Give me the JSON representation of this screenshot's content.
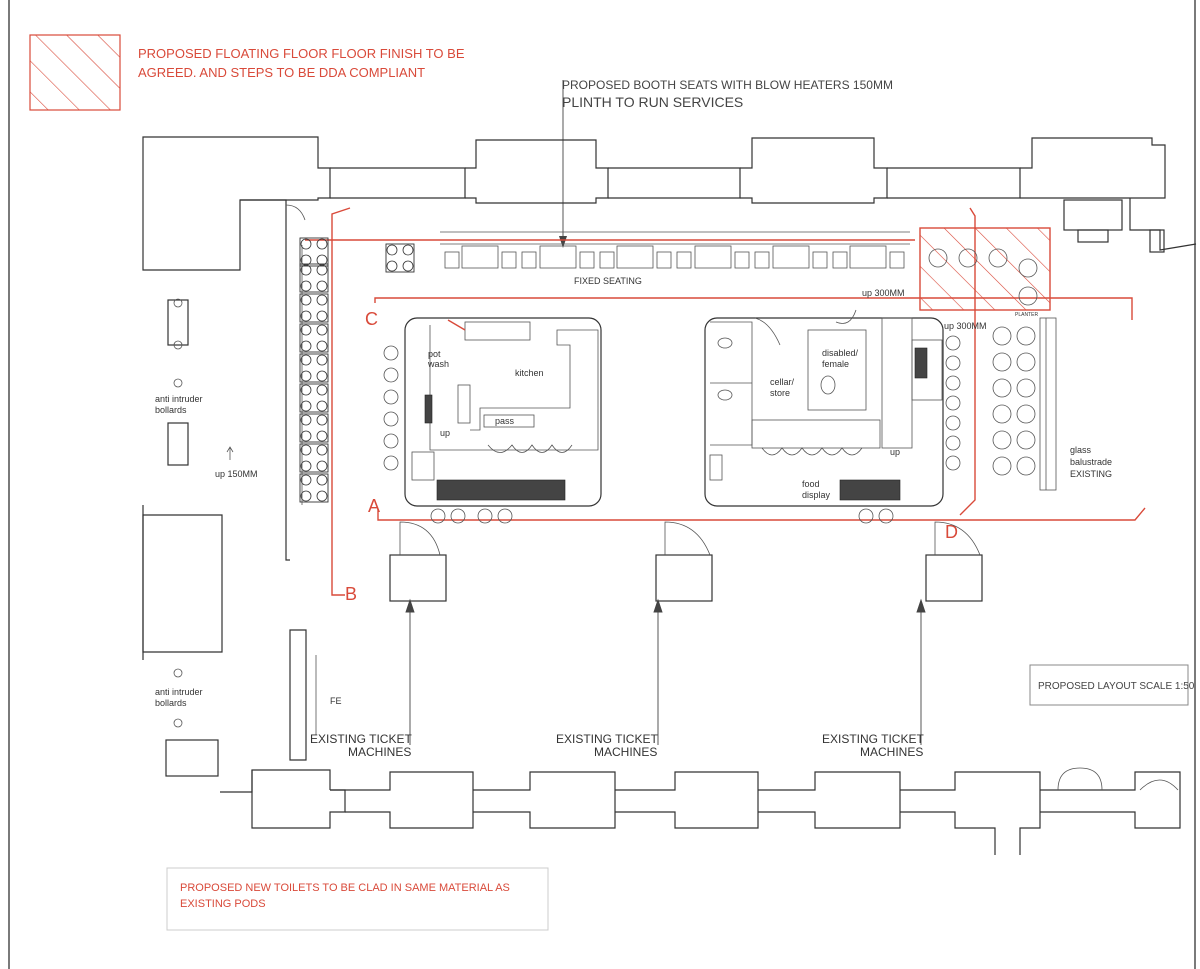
{
  "notes": {
    "floating_floor_line1": "PROPOSED FLOATING FLOOR FLOOR FINISH TO BE",
    "floating_floor_line2": "AGREED. AND STEPS TO BE DDA COMPLIANT",
    "booth_line1": "PROPOSED BOOTH SEATS WITH BLOW HEATERS 150MM",
    "booth_line2": "PLINTH TO RUN SERVICES",
    "toilets_line1": "PROPOSED NEW TOILETS TO BE CLAD IN SAME MATERIAL AS",
    "toilets_line2": "EXISTING PODS",
    "scale": "PROPOSED LAYOUT SCALE 1:50"
  },
  "labels": {
    "fixed_seating": "FIXED SEATING",
    "pot_wash_1": "pot",
    "pot_wash_2": "wash",
    "kitchen": "kitchen",
    "pass": "pass",
    "up": "up",
    "cellar_1": "cellar/",
    "cellar_2": "store",
    "disabled_1": "disabled/",
    "disabled_2": "female",
    "food_1": "food",
    "food_2": "display",
    "up300_1": "up 300MM",
    "up300_2": "up 300MM",
    "up150": "up 150MM",
    "bollards_1a": "anti intruder",
    "bollards_1b": "bollards",
    "bollards_2a": "anti intruder",
    "bollards_2b": "bollards",
    "glass_1": "glass",
    "glass_2": "balustrade",
    "glass_3": "EXISTING",
    "fe": "FE",
    "planter": "PLANTER",
    "ticket_1a": "EXISTING TICKET",
    "ticket_1b": "MACHINES",
    "ticket_2a": "EXISTING TICKET",
    "ticket_2b": "MACHINES",
    "ticket_3a": "EXISTING TICKET",
    "ticket_3b": "MACHINES"
  },
  "sections": {
    "a": "A",
    "b": "B",
    "c": "C",
    "d": "D"
  },
  "colors": {
    "annotation": "#d94a3a",
    "linework": "#333333"
  }
}
